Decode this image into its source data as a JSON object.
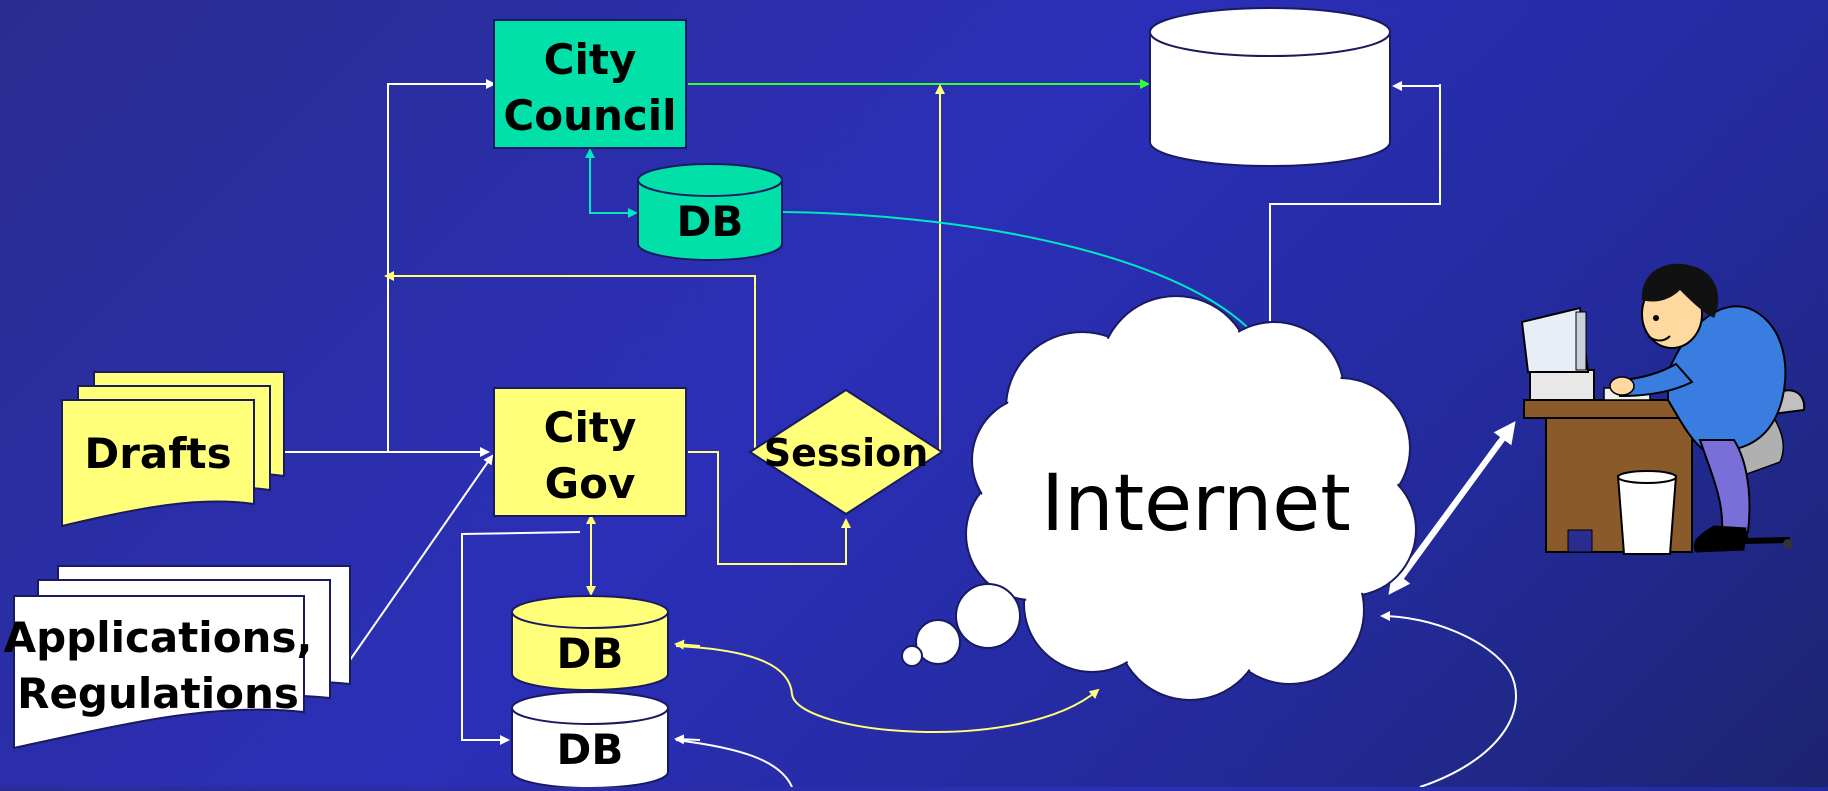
{
  "nodes": {
    "city_council": "City|Council",
    "city_gov": "City|Gov",
    "db_council": "DB",
    "db_gov_yellow": "DB",
    "db_gov_white": "DB",
    "session": "Session",
    "drafts": "Drafts",
    "applications": "Applications,|Regulations",
    "internet": "Internet",
    "top_database": ""
  },
  "icons": {
    "user": "user-at-computer-icon"
  },
  "colors": {
    "council": "#00e0a8",
    "gov": "#ffff7a",
    "yellow_line": "#ffff7a",
    "green_line": "#33ff33",
    "teal_line": "#00e8c0",
    "white_line": "#ffffff"
  }
}
